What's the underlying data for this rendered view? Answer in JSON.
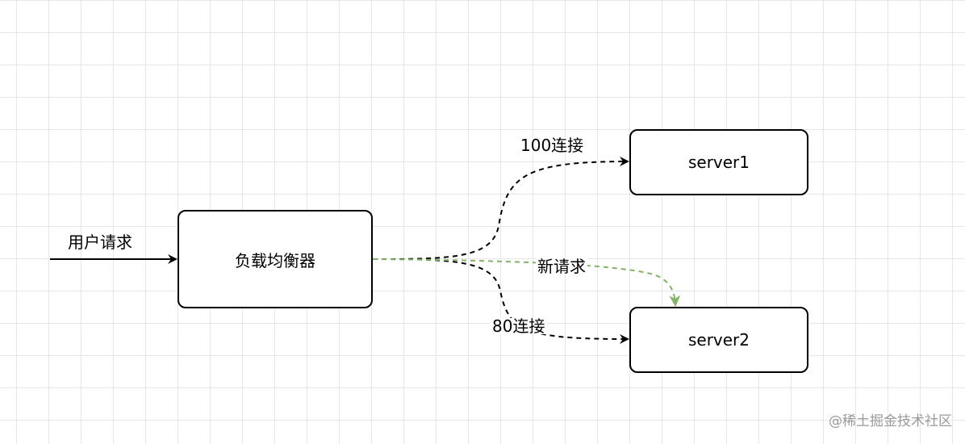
{
  "nodes": {
    "load_balancer": "负载均衡器",
    "server1": "server1",
    "server2": "server2"
  },
  "edges": {
    "user_request": "用户请求",
    "to_server1": "100连接",
    "to_server2": "80连接",
    "new_request": "新请求"
  },
  "colors": {
    "stroke": "#000000",
    "new_request_edge": "#82b366",
    "grid": "#e6e6e6"
  },
  "watermark": "@稀土掘金技术社区"
}
